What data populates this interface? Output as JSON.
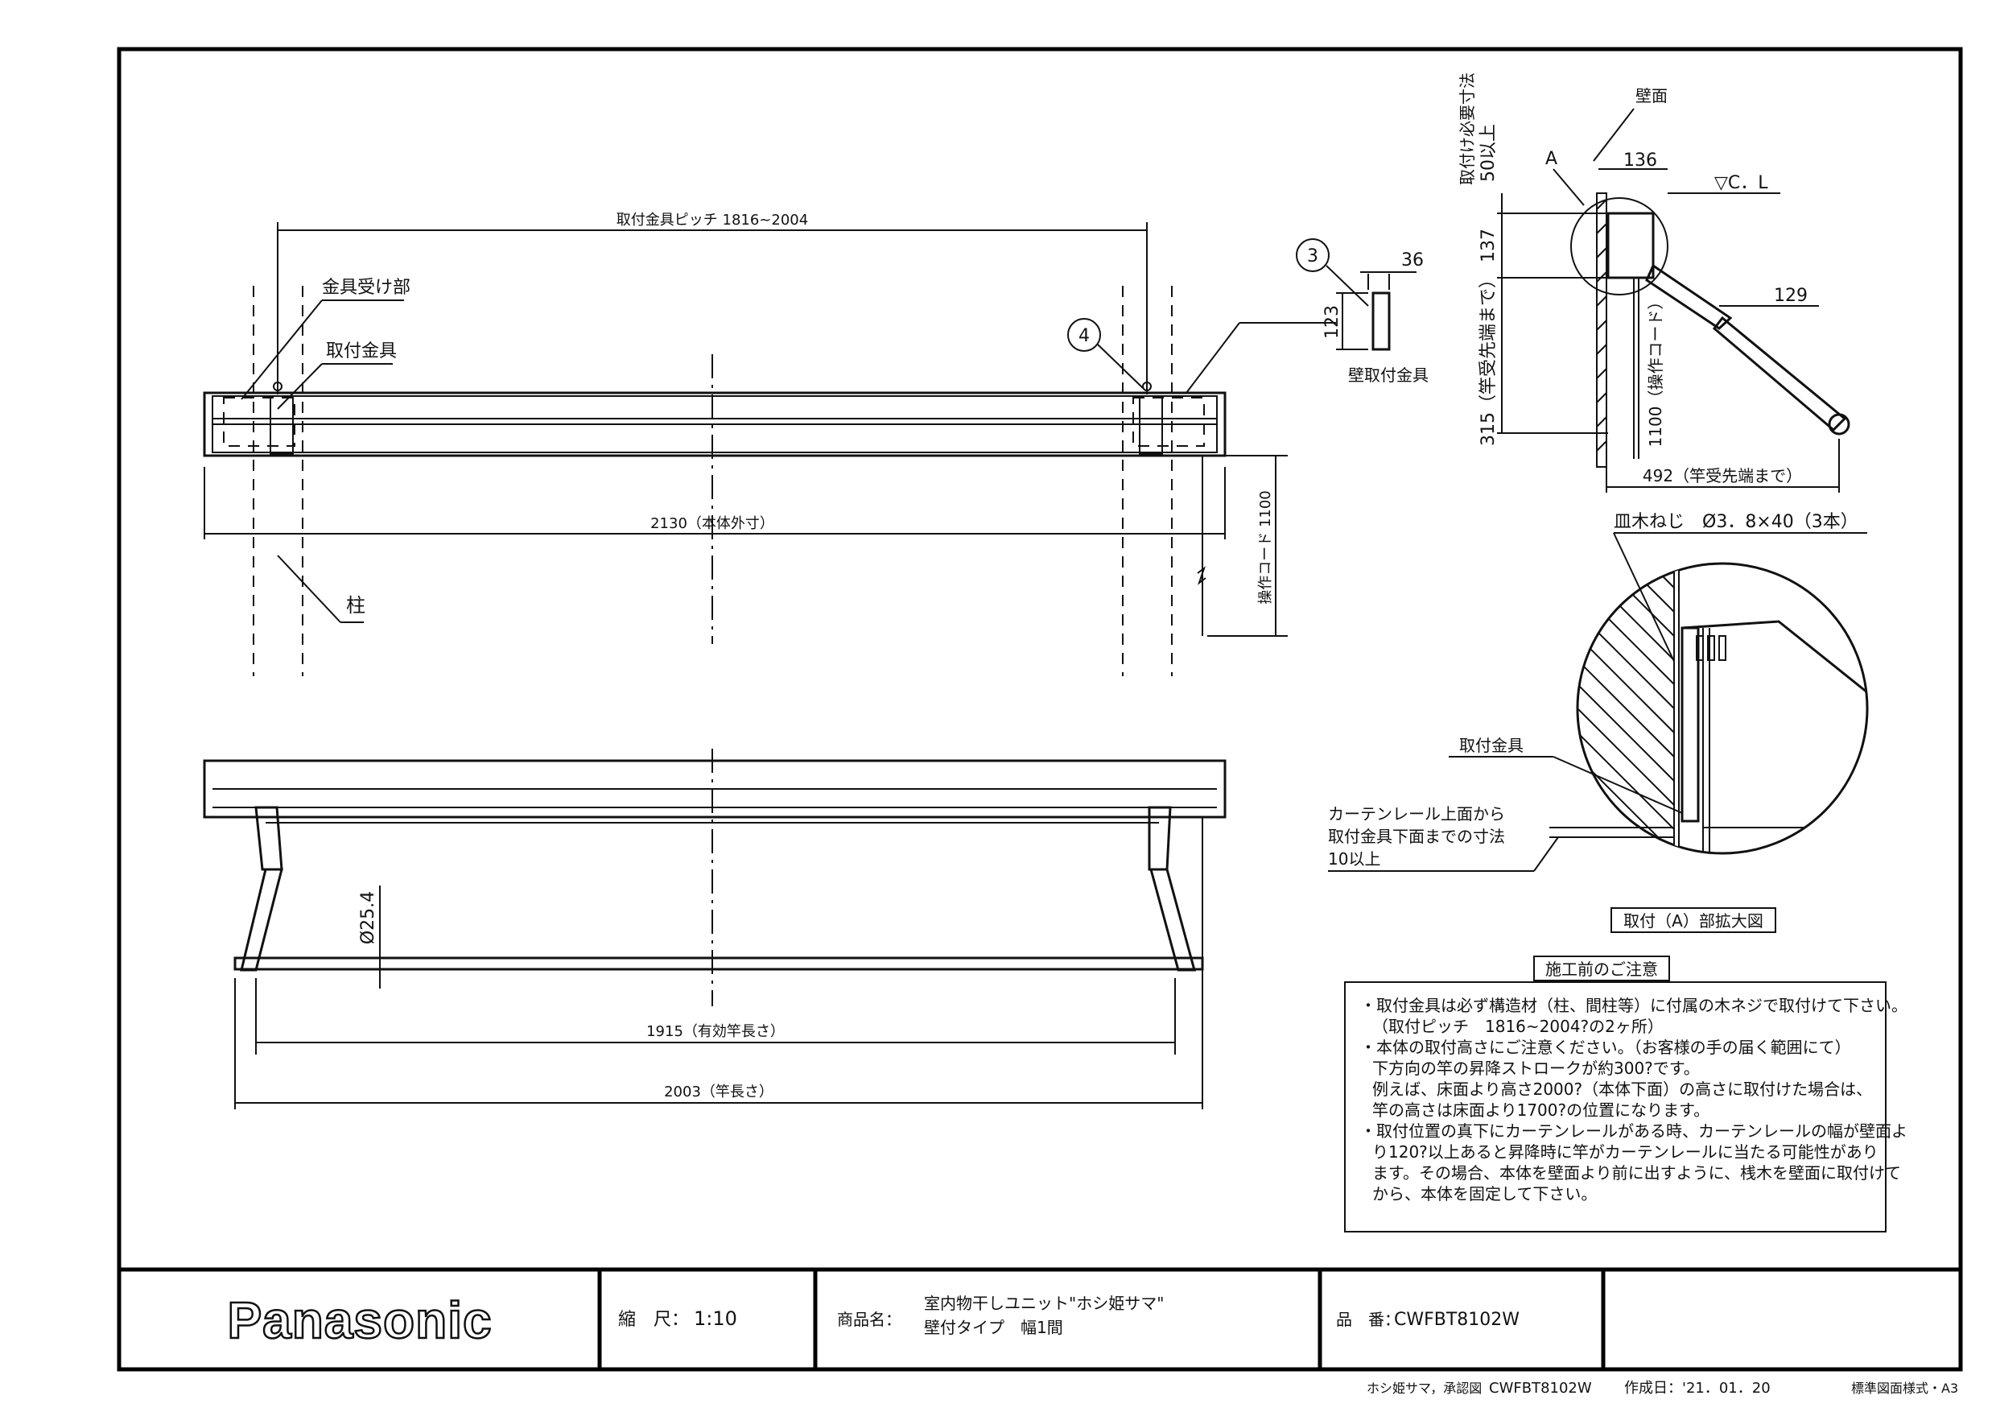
{
  "labels": {
    "pitch": "取付金具ピッチ 1816~2004",
    "receiver": "金具受け部",
    "bracket": "取付金具",
    "callout4": "4",
    "dim_2130": "2130（本体外寸）",
    "pillar": "柱",
    "cord": "操作コード 1100",
    "callout3": "3",
    "dim_36": "36",
    "dim_123": "123",
    "wall_bracket": "壁取付金具",
    "dia": "Ø25.4",
    "dim_1915": "1915（有効竿長さ）",
    "dim_2003": "2003（竿長さ）"
  },
  "side": {
    "required": "取付け必要寸法",
    "fifty": "50以上",
    "wall": "壁面",
    "a": "A",
    "d136": "136",
    "cl": "▽C．L",
    "d137": "137",
    "d315": "315（竿受先端まで）",
    "d1100": "1100（操作コード）",
    "d129": "129",
    "d492": "492（竿受先端まで）"
  },
  "detail": {
    "screw": "皿木ねじ　Ø3．8×40（3本）",
    "bracket": "取付金具",
    "rail1": "カーテンレール上面から",
    "rail2": "取付金具下面までの寸法",
    "rail3": "10以上",
    "caption": "取付（A）部拡大図"
  },
  "notice": {
    "title": "施工前のご注意",
    "lines": [
      "・取付金具は必ず構造材（柱、間柱等）に付属の木ネジで取付けて下さい。",
      "（取付ピッチ　1816~2004?の2ヶ所）",
      "・本体の取付高さにご注意ください。（お客様の手の届く範囲にて）",
      "下方向の竿の昇降ストロークが約300?です。",
      "例えば、床面より高さ2000?（本体下面）の高さに取付けた場合は、",
      "竿の高さは床面より1700?の位置になります。",
      "・取付位置の真下にカーテンレールがある時、カーテンレールの幅が壁面よ",
      "り120?以上あると昇降時に竿がカーテンレールに当たる可能性があり",
      "ます。その場合、本体を壁面より前に出すように、桟木を壁面に取付けて",
      "から、本体を固定して下さい。"
    ]
  },
  "titleblock": {
    "logo": "Panasonic",
    "scale_label": "縮　尺：",
    "scale_value": "1:10",
    "product_label": "商品名：",
    "product_line1": "室内物干しユニット\"ホシ姫サマ\"",
    "product_line2": "壁付タイプ　幅1間",
    "part_label": "品　番：",
    "part_value": "CWFBT8102W"
  },
  "footer": {
    "approval": "ホシ姫サマ，承認図",
    "code": "CWFBT8102W",
    "date": "作成日：'21．01．20",
    "format": "標準図面様式・A3"
  }
}
